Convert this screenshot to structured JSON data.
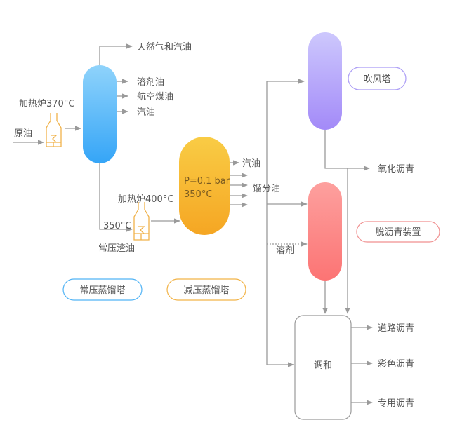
{
  "colors": {
    "atmospheric_tower": [
      "#8fd3fb",
      "#35a5f7"
    ],
    "vacuum_tower": [
      "#f9cc45",
      "#f5a623"
    ],
    "blowing_tower": [
      "#cdc8fd",
      "#a38af8"
    ],
    "deasphalting_unit": [
      "#fda09e",
      "#fc7474"
    ],
    "line": "#9a9a9a",
    "heater": "#f0b24a"
  },
  "labels": {
    "crude_oil": "原油",
    "heater1": "加热炉370°C",
    "gas_and_gasoline": "天然气和汽油",
    "solvent_oil": "溶剂油",
    "jet_fuel": "航空煤油",
    "gasoline1": "汽油",
    "residue_temp": "350°C",
    "atm_residue": "常压渣油",
    "heater2": "加热炉400°C",
    "vacuum_pressure": "P=0.1 bar",
    "vacuum_temp": "350°C",
    "gasoline2": "汽油",
    "distillate": "馏分油",
    "solvent": "溶剂",
    "blowing_tower": "吹风塔",
    "oxidized_asphalt": "氧化沥青",
    "deasphalting": "脱沥青装置",
    "blending": "调和",
    "road_asphalt": "道路沥青",
    "color_asphalt": "彩色沥青",
    "special_asphalt": "专用沥青"
  },
  "legend": {
    "atmospheric": "常压蒸馏塔",
    "vacuum": "减压蒸馏塔"
  }
}
